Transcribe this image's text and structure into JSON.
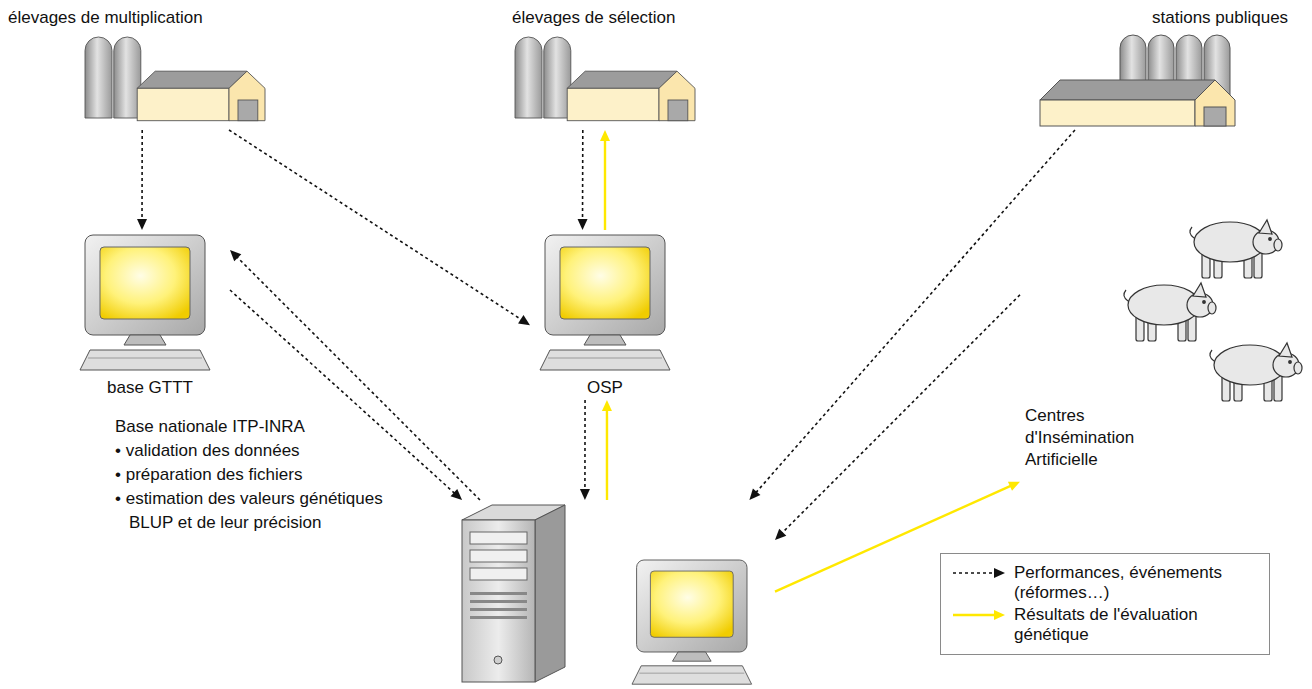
{
  "diagram": {
    "nodes": [
      {
        "text": [
          "élevages de multiplication"
        ]
      },
      {
        "text": [
          "élevages de sélection"
        ]
      },
      {
        "text": [
          "stations publiques"
        ]
      },
      {
        "text": [
          "base GTTT"
        ]
      },
      {
        "text": [
          "OSP"
        ]
      },
      {
        "text": [
          "Base nationale ITP-INRA",
          "• validation des données",
          "• préparation des fichiers",
          "• estimation des valeurs génétiques BLUP et de leur précision"
        ]
      },
      {
        "text": [
          "Centres d'Insémination Artificielle"
        ]
      }
    ],
    "edges": [
      {
        "from": 0,
        "to": 3,
        "arrow": "to"
      },
      {
        "from": 0,
        "to": 4,
        "arrow": "to"
      },
      {
        "from": 1,
        "to": 4,
        "arrow": "to"
      },
      {
        "from": 4,
        "to": 1,
        "arrow": "to"
      },
      {
        "from": 4,
        "to": 5,
        "arrow": "to"
      },
      {
        "from": 5,
        "to": 4,
        "arrow": "to"
      },
      {
        "from": 3,
        "to": 5,
        "arrow": "to"
      },
      {
        "from": 5,
        "to": 3,
        "arrow": "to"
      },
      {
        "from": 2,
        "to": 5,
        "arrow": "to"
      },
      {
        "from": 6,
        "to": 5,
        "arrow": "to"
      },
      {
        "from": 5,
        "to": 6,
        "arrow": "to"
      }
    ],
    "legend": [
      {
        "text": "Performances, événements (réformes…)"
      },
      {
        "text": "Résultats de l'évaluation génétique"
      }
    ]
  }
}
